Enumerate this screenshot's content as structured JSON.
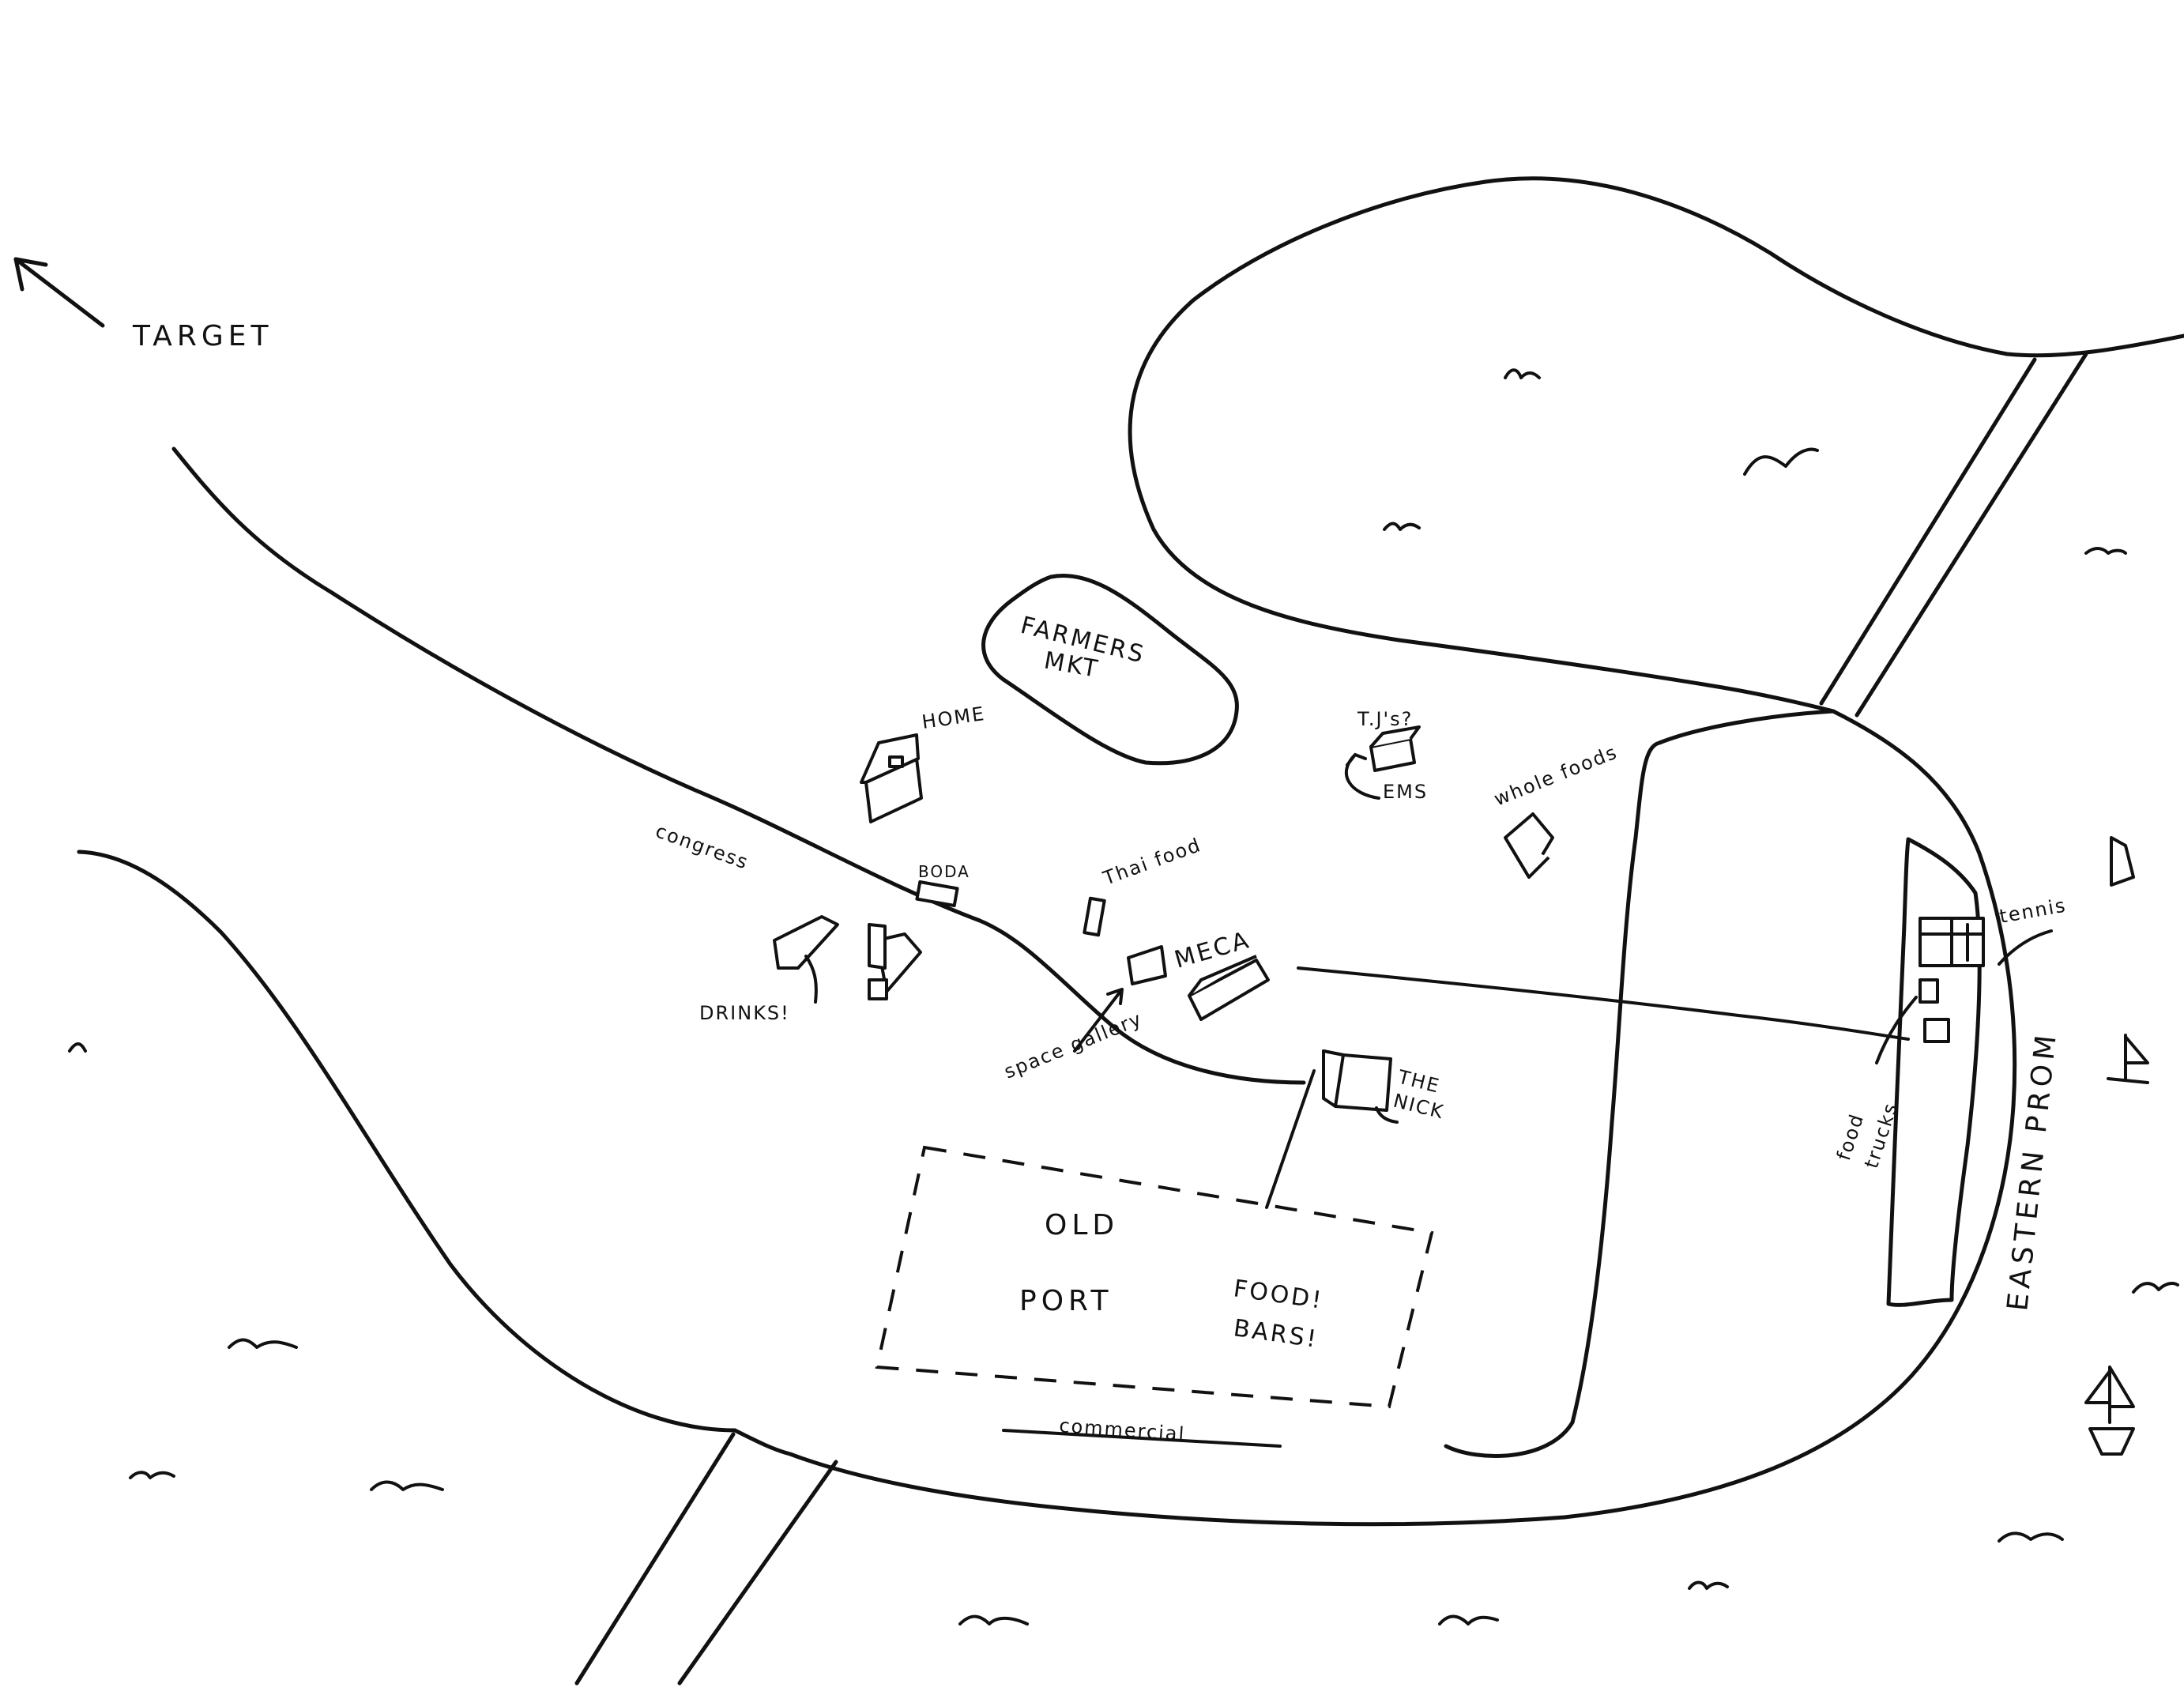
{
  "labels": {
    "target": "TARGET",
    "farmers_mkt_line1": "FARMERS",
    "farmers_mkt_line2": "MKT",
    "home": "HOME",
    "tjs": "T.J's?",
    "ems": "EMS",
    "whole_foods": "whole foods",
    "congress": "congress",
    "boda": "BODA",
    "thai_food": "Thai food",
    "drinks": "DRINKS!",
    "meca": "MECA",
    "space_gallery": "space gallery",
    "the_nick_line1": "THE",
    "the_nick_line2": "NICK",
    "old": "OLD",
    "port": "PORT",
    "food_line1": "FOOD!",
    "food_line2": "BARS!",
    "commercial": "commercial",
    "tennis": "tennis",
    "food_trucks_line1": "food",
    "food_trucks_line2": "trucks",
    "eastern_prom": "EASTERN PROM"
  },
  "icons": [
    "arrow-icon",
    "house-icon",
    "building-icon",
    "wave-icon",
    "sailboat-icon",
    "tennis-court-icon",
    "food-truck-icon"
  ],
  "colors": {
    "ink": "#111111",
    "paper": "#ffffff"
  }
}
